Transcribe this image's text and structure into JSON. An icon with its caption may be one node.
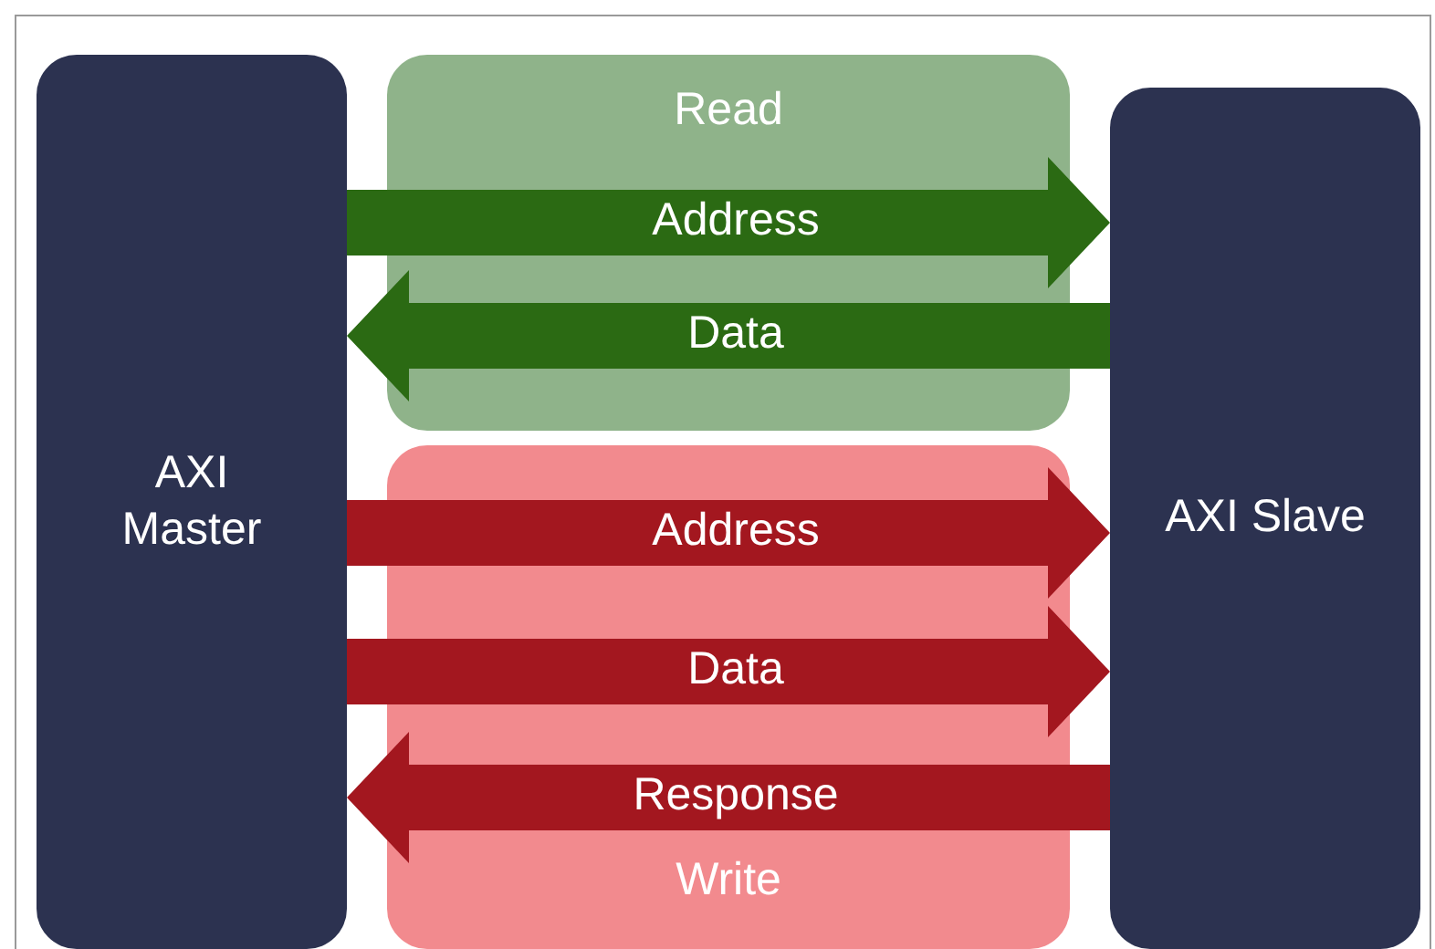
{
  "diagram": {
    "nodes": [
      {
        "text": [
          "AXI Master"
        ]
      },
      {
        "text": [
          "AXI Slave"
        ]
      }
    ],
    "labels": [
      "Read",
      "Write"
    ],
    "edges": [
      {
        "from": 0,
        "to": 1,
        "arrow": "to",
        "label": "Address",
        "color": "#2b6a13"
      },
      {
        "from": 1,
        "to": 0,
        "arrow": "to",
        "label": "Data",
        "color": "#2b6a13"
      },
      {
        "from": 0,
        "to": 1,
        "arrow": "to",
        "label": "Address"
      },
      {
        "from": 0,
        "to": 1,
        "arrow": "to",
        "label": "Data"
      },
      {
        "from": 1,
        "to": 0,
        "arrow": "to",
        "label": "Response"
      }
    ]
  }
}
